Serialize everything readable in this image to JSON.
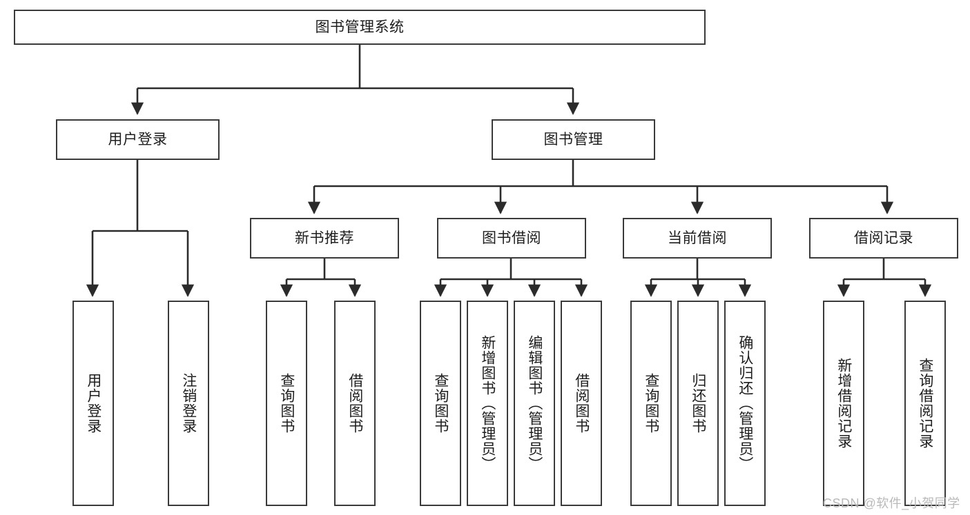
{
  "diagram": {
    "title": "图书管理系统",
    "type": "tree-hierarchy-chart",
    "orientation": "top-down",
    "colors": {
      "box_border": "#3a3a3a",
      "box_fill": "#ffffff",
      "edge": "#2b2b2b",
      "text": "#1d1d1d",
      "watermark": "#b9b9b9",
      "background": "#ffffff"
    }
  },
  "nodes": {
    "root": {
      "label": "图书管理系统"
    },
    "level1": [
      {
        "label": "用户登录"
      },
      {
        "label": "图书管理"
      }
    ],
    "level2": [
      {
        "label": "新书推荐"
      },
      {
        "label": "图书借阅"
      },
      {
        "label": "当前借阅"
      },
      {
        "label": "借阅记录"
      }
    ],
    "leaves": {
      "user_login": [
        {
          "label": "用户登录"
        },
        {
          "label": "注销登录"
        }
      ],
      "new_book_recommend": [
        {
          "label": "查询图书"
        },
        {
          "label": "借阅图书"
        }
      ],
      "book_borrow": [
        {
          "label": "查询图书"
        },
        {
          "label": "新增图书（管理员）"
        },
        {
          "label": "编辑图书（管理员）"
        },
        {
          "label": "借阅图书"
        }
      ],
      "current_borrow": [
        {
          "label": "查询图书"
        },
        {
          "label": "归还图书"
        },
        {
          "label": "确认归还（管理员）"
        }
      ],
      "borrow_record": [
        {
          "label": "新增借阅记录"
        },
        {
          "label": "查询借阅记录"
        }
      ]
    }
  },
  "watermark": {
    "text": "CSDN @软件_小贺同学"
  }
}
